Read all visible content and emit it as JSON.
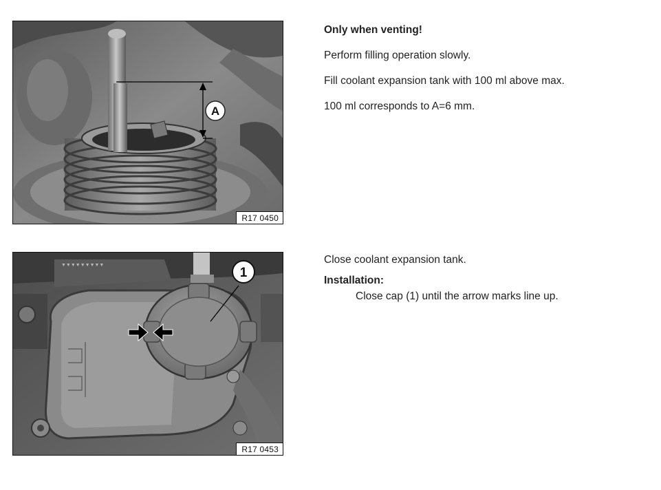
{
  "section1": {
    "figure_label": "R17 0450",
    "callout_letter": "A",
    "heading": "Only when venting!",
    "lines": [
      "Perform filling operation slowly.",
      "Fill coolant expansion tank with 100 ml above max.",
      "100 ml corresponds to A=6 mm."
    ]
  },
  "section2": {
    "figure_label": "R17 0453",
    "callout_number": "1",
    "intro": "Close coolant expansion tank.",
    "subheading": "Installation:",
    "instruction": "Close cap (1) until the arrow marks line up."
  }
}
